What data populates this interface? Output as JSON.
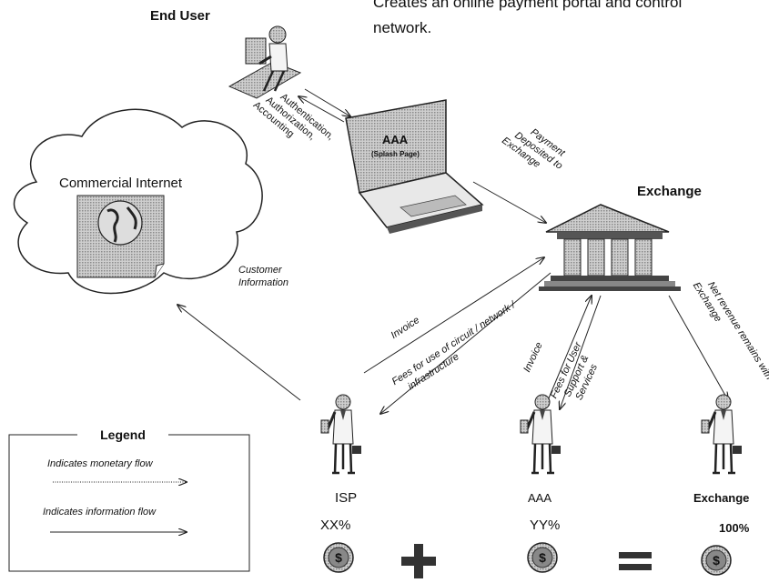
{
  "header": {
    "end_user": "End User",
    "top_text_line1": "Creates an online payment portal and control",
    "top_text_line2": "network."
  },
  "nodes": {
    "commercial_internet": "Commercial Internet",
    "aaa": "AAA",
    "splash_page": "(Splash Page)",
    "exchange": "Exchange"
  },
  "flows": {
    "auth_1": "Authentication,",
    "auth_2": "Authorization,",
    "auth_3": "Accounting",
    "pay_1": "Payment",
    "pay_2": "Deposited to",
    "pay_3": "Exchange",
    "cust_1": "Customer",
    "cust_2": "Information",
    "invoice_isp": "Invoice",
    "fees_isp_1": "Fees for use of circuit / network /",
    "fees_isp_2": "infrastructure",
    "invoice_aaa": "Invoice",
    "fees_aaa_1": "Fees for User",
    "fees_aaa_2": "Support &",
    "fees_aaa_3": "Services",
    "net_1": "Net revenue  remains with",
    "net_2": "Exchange"
  },
  "recipients": [
    {
      "name": "ISP",
      "share": "XX%"
    },
    {
      "name": "AAA",
      "share": "YY%"
    },
    {
      "name": "Exchange",
      "share": "100%"
    }
  ],
  "operators": {
    "plus": "+",
    "equals": "="
  },
  "legend": {
    "title": "Legend",
    "monetary": "Indicates monetary flow",
    "information": "Indicates information flow"
  }
}
